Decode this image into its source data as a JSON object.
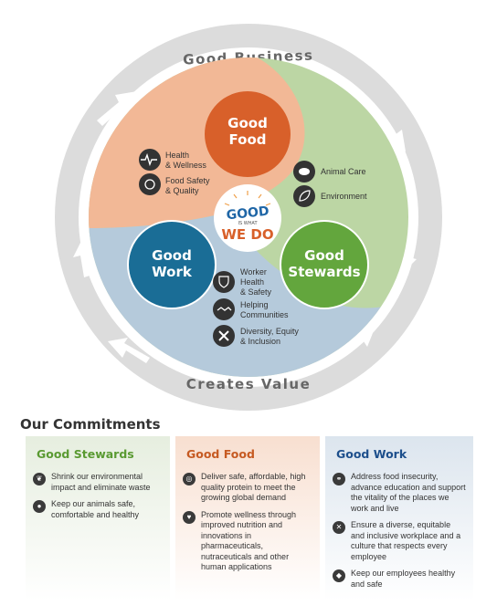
{
  "ring": {
    "top_label": "Good Business",
    "bottom_label": "Creates Value"
  },
  "pillars": {
    "food": {
      "line1": "Good",
      "line2": "Food"
    },
    "work": {
      "line1": "Good",
      "line2": "Work"
    },
    "stewards": {
      "line1": "Good",
      "line2": "Stewards"
    }
  },
  "center_logo": {
    "top": "GOOD",
    "middle": "IS WHAT",
    "bottom": "WE DO"
  },
  "diagram_items": {
    "health_wellness": [
      "Health",
      "& Wellness"
    ],
    "food_safety": [
      "Food Safety",
      "& Quality"
    ],
    "animal_care": [
      "Animal Care"
    ],
    "environment": [
      "Environment"
    ],
    "worker_safety": [
      "Worker",
      "Health",
      "& Safety"
    ],
    "helping_communities": [
      "Helping",
      "Communities"
    ],
    "diversity": [
      "Diversity, Equity",
      "& Inclusion"
    ]
  },
  "commitments": {
    "title": "Our Commitments",
    "good_stewards": {
      "title": "Good Stewards",
      "items": [
        "Shrink our environmental impact and eliminate waste",
        "Keep our animals safe, comfortable and healthy"
      ]
    },
    "good_food": {
      "title": "Good Food",
      "items": [
        "Deliver safe, affordable, high quality protein to meet the growing global demand",
        "Promote wellness through improved nutrition and innovations in pharmaceuticals, nutraceuticals and other human applications"
      ]
    },
    "good_work": {
      "title": "Good Work",
      "items": [
        "Address food insecurity, advance education and support the vitality of the places we work and live",
        "Ensure a diverse, equitable and inclusive workplace and a culture that respects every employee",
        "Keep our employees healthy and safe"
      ]
    }
  },
  "colors": {
    "ring": "#dcdcdc",
    "food_bg": "#f2b896",
    "food_circle": "#d8602a",
    "stewards_bg": "#bcd6a4",
    "stewards_circle": "#63a63d",
    "work_bg": "#b5cadb",
    "work_circle": "#1a6d96"
  }
}
